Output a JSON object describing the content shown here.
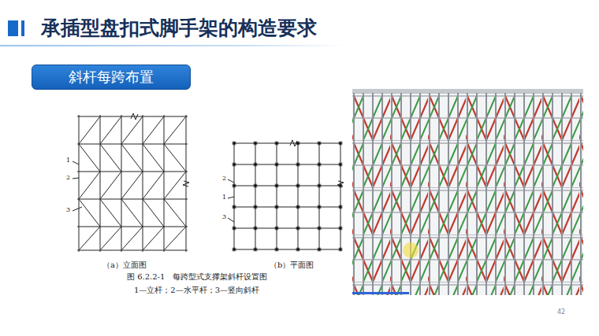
{
  "diagram": {
    "title": "承插型盘扣式脚手架的构造要求",
    "caption": "图 6.2.2-1　每跨型式支撑架斜杆设置图",
    "nodes": [
      {
        "text": [
          "斜杆每跨布置"
        ]
      }
    ],
    "labels": [
      "1",
      "2",
      "3",
      "2",
      "1",
      "3",
      "（a）立面图",
      "（b）平面图",
      "1—立杆；2—水平杆；3—竖向斜杆",
      "42"
    ]
  }
}
